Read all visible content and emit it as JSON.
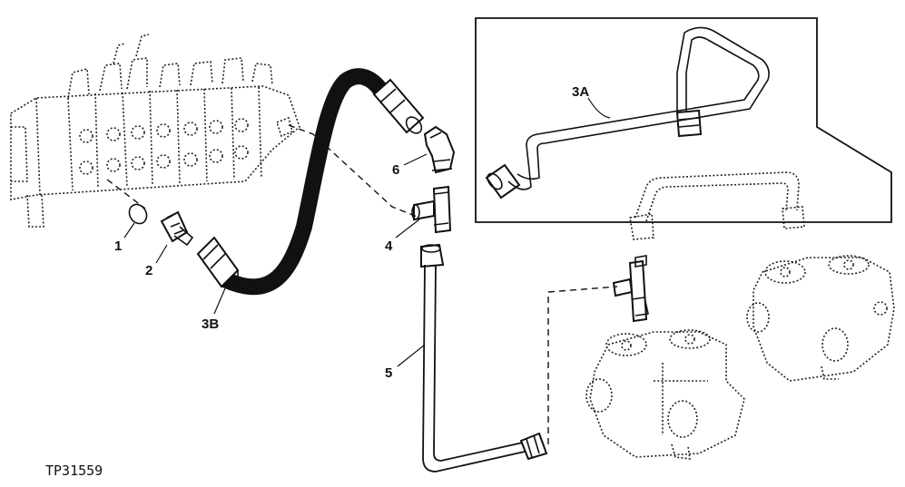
{
  "callouts": {
    "c1": "1",
    "c2": "2",
    "c3A": "3A",
    "c3B": "3B",
    "c4": "4",
    "c5": "5",
    "c6": "6"
  },
  "figure_id": "TP31559"
}
